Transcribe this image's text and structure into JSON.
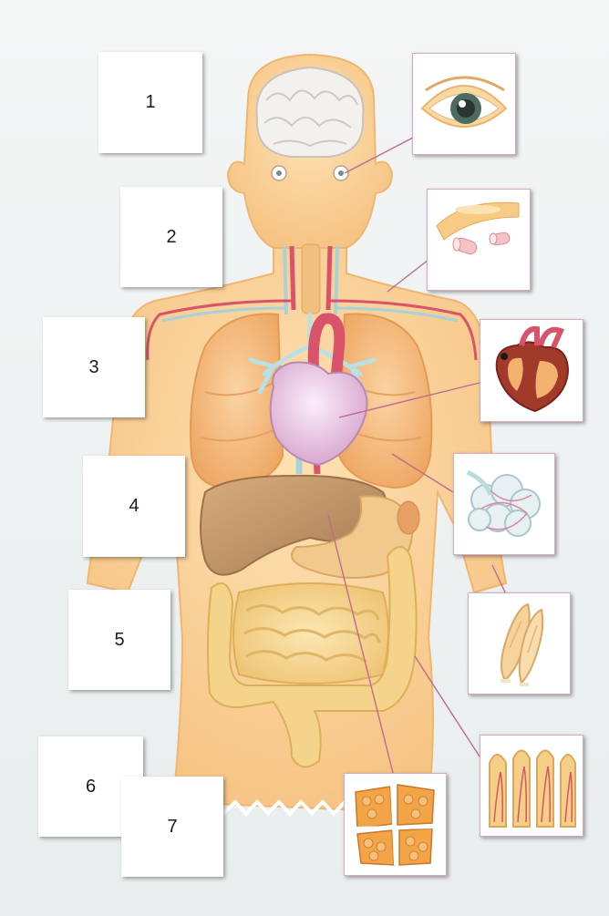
{
  "number_labels": [
    {
      "id": "1",
      "text": "1"
    },
    {
      "id": "2",
      "text": "2"
    },
    {
      "id": "3",
      "text": "3"
    },
    {
      "id": "4",
      "text": "4"
    },
    {
      "id": "5",
      "text": "5"
    },
    {
      "id": "6",
      "text": "6"
    },
    {
      "id": "7",
      "text": "7"
    }
  ],
  "detail_insets": [
    {
      "icon": "eye-icon"
    },
    {
      "icon": "blood-vessel-icon"
    },
    {
      "icon": "heart-cross-section-icon"
    },
    {
      "icon": "lung-alveoli-icon"
    },
    {
      "icon": "muscle-fiber-icon"
    },
    {
      "icon": "intestinal-villi-icon"
    },
    {
      "icon": "liver-tissue-icon"
    }
  ],
  "colors": {
    "skin": "#f7c98a",
    "lung": "#f4b77a",
    "heart": "#e8c6e0",
    "liver": "#c4986a",
    "intestine": "#f3d48a",
    "artery": "#d9536b",
    "vein": "#a6d2d8",
    "leader_line": "#c06a8e"
  }
}
